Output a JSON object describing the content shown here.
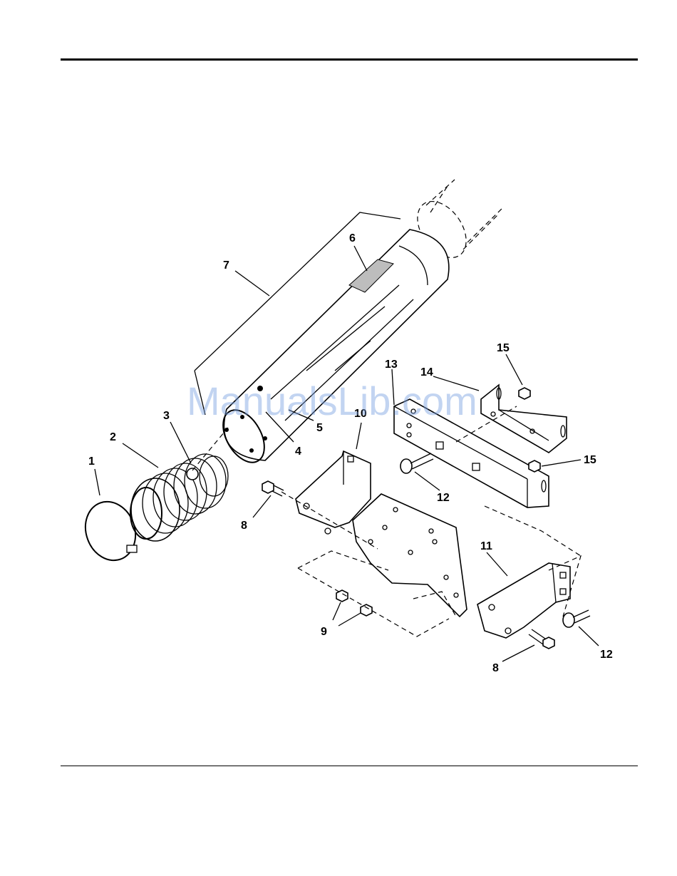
{
  "callouts": {
    "c1": "1",
    "c2": "2",
    "c3": "3",
    "c4": "4",
    "c5": "5",
    "c6": "6",
    "c7": "7",
    "c8a": "8",
    "c8b": "8",
    "c9": "9",
    "c10": "10",
    "c11": "11",
    "c12a": "12",
    "c12b": "12",
    "c13": "13",
    "c14": "14",
    "c15a": "15",
    "c15b": "15"
  },
  "watermark": "ManualsLib.com"
}
